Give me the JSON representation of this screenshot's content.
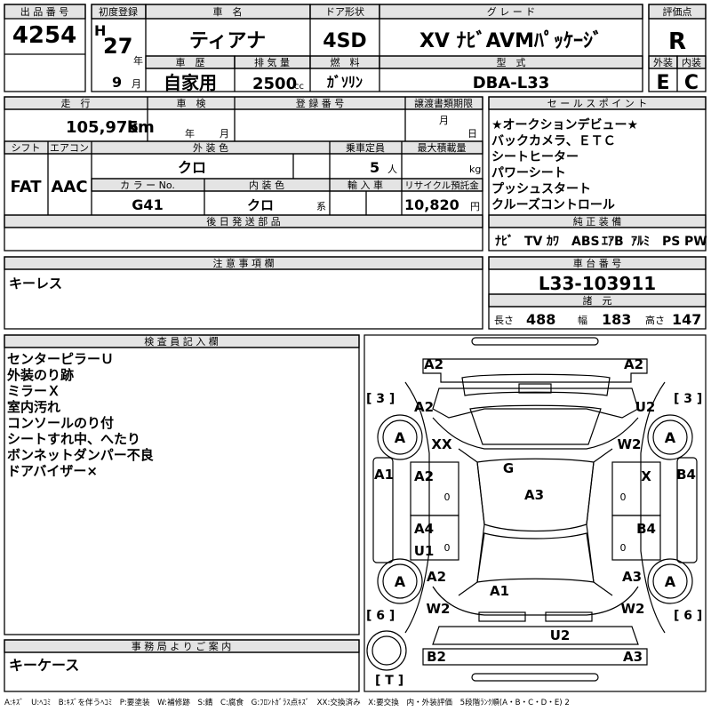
{
  "header": {
    "lot_label": "出 品 番 号",
    "lot_no": "4254",
    "first_reg_label": "初度登録",
    "era": "H",
    "year": "27",
    "year_unit": "年",
    "month": "9",
    "month_unit": "月",
    "name_label": "車　名",
    "car_name": "ティアナ",
    "door_label": "ドア形状",
    "door": "4SD",
    "grade_label": "グ レ ー ド",
    "grade": "XV ﾅﾋﾞAVMﾊﾟｯｹｰｼﾞ",
    "score_label": "評価点",
    "score": "R",
    "history_label": "車　歴",
    "history": "自家用",
    "disp_label": "排 気 量",
    "displacement": "2500",
    "disp_unit": "cc",
    "fuel_label": "燃　料",
    "fuel": "ｶﾞｿﾘﾝ",
    "model_label": "型　式",
    "model": "DBA-L33",
    "ext_label": "外装",
    "ext_grade": "E",
    "int_label": "内装",
    "int_grade": "C"
  },
  "info": {
    "mileage_label": "走　行",
    "mileage": "105,975",
    "km": "km",
    "inspection_label": "車　検",
    "year_unit": "年",
    "month_unit": "月",
    "regno_label": "登 録 番 号",
    "transfer_label": "譲渡書類期限",
    "day_unit": "日",
    "shift_label": "シフト",
    "shift": "FAT",
    "ac_label": "エアコン",
    "ac": "AAC",
    "color_label": "外 装 色",
    "color": "クロ",
    "capacity_label": "乗車定員",
    "capacity": "5",
    "capacity_unit": "人",
    "load_label": "最大積載量",
    "load_unit": "kg",
    "colorno_label": "カ ラ ー No.",
    "colorno": "G41",
    "int_color_label": "内 装 色",
    "int_color": "クロ",
    "int_color_unit": "系",
    "import_label": "輸 入 車",
    "recycle_label": "リサイクル預託金",
    "recycle": "10,820",
    "yen": "円",
    "later_label": "後 日 発 送 部 品"
  },
  "sales": {
    "label": "セ ー ル ス ポ イ ン ト",
    "points": [
      "★オークションデビュー★",
      "バックカメラ、ＥＴＣ",
      "シートヒーター",
      "パワーシート",
      "プッシュスタート",
      "クルーズコントロール"
    ],
    "equip_label": "純 正 装 備",
    "equipment": [
      "ﾅﾋﾞ",
      "TV",
      "ｶﾜ",
      "ABS",
      "ｴｱB",
      "ｱﾙﾐ",
      "PS",
      "PW"
    ]
  },
  "notes": {
    "label": "注 意 事 項 欄",
    "text": "キーレス"
  },
  "chassis": {
    "label": "車 台 番 号",
    "number": "L33-103911",
    "spec_label": "諸　元",
    "length_label": "長さ",
    "length": "488",
    "width_label": "幅",
    "width": "183",
    "height_label": "高さ",
    "height": "147"
  },
  "inspector": {
    "label": "検 査 員 記 入 欄",
    "lines": [
      "センターピラーＵ",
      "外装のり跡",
      "ミラーＸ",
      "室内汚れ",
      "コンソールのり付",
      "シートすれ中、へたり",
      "ボンネットダンパー不良",
      "ドアバイザー×"
    ]
  },
  "office": {
    "label": "事 務 局 よ り ご 案 内",
    "text": "キーケース"
  },
  "diagram": {
    "tread_fl": "[ 3 ]",
    "tread_fr": "[ 3 ]",
    "tread_rl": "[ 6 ]",
    "tread_rr": "[ 6 ]",
    "spare": "[ T ]",
    "tire": "A",
    "marks": {
      "front_bumper_l": "A2",
      "front_bumper_r": "A2",
      "fender_fl": "A2",
      "fender_fr": "U2",
      "pillar_l": "XX",
      "pillar_r": "W2",
      "glass": "G",
      "roof": "A3",
      "sill_l": "A1",
      "sill_r": "B4",
      "door_fl": "A2",
      "door_fr": "X",
      "door_fl_sub": "0",
      "door_fr_sub": "0",
      "door_rl": "A4",
      "door_rl2": "U1",
      "door_rr": "B4",
      "door_rl_sub": "0",
      "door_rr_sub": "0",
      "quarter_rl": "A2",
      "quarter_rr": "A3",
      "rear_glass": "A1",
      "corner_rl": "W2",
      "corner_rr": "W2",
      "trunk": "U2",
      "rear_bumper_l": "B2",
      "rear_bumper_r": "A3"
    }
  },
  "legend": "A:ｷｽﾞ　U:ﾍｺﾐ　B:ｷｽﾞを伴うﾍｺﾐ　P:要塗装　W:補修跡　S:錆　C:腐食　G:ﾌﾛﾝﾄｶﾞﾗｽ点ｷｽﾞ　XX:交換済み　X:要交換　内・外装評価　5段階ﾗﾝｸ順(A・B・C・D・E) 2"
}
